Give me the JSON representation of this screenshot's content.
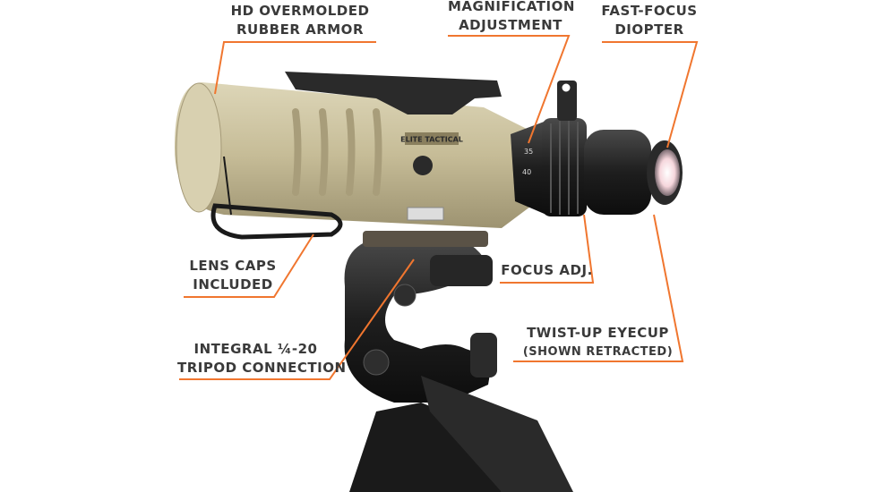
{
  "callouts": {
    "armor": {
      "line1": "HD OVERMOLDED",
      "line2": "RUBBER ARMOR"
    },
    "magnification": {
      "line1": "MAGNIFICATION",
      "line2": "ADJUSTMENT"
    },
    "diopter": {
      "line1": "FAST-FOCUS",
      "line2": "DIOPTER"
    },
    "lens_caps": {
      "line1": "LENS CAPS",
      "line2": "INCLUDED"
    },
    "focus": {
      "line1": "FOCUS ADJ."
    },
    "eyecup": {
      "line1": "TWIST-UP EYECUP",
      "line2": "(SHOWN RETRACTED)"
    },
    "tripod": {
      "line1": "INTEGRAL ¼-20",
      "line2": "TRIPOD CONNECTION"
    }
  },
  "product": {
    "badge_text": "ELITE TACTICAL",
    "zoom_marks": [
      "40",
      "35"
    ]
  },
  "colors": {
    "leader": "#f0762f",
    "text": "#3a3a3a",
    "body": "#c9bf9c",
    "dark": "#1e1e1e"
  }
}
